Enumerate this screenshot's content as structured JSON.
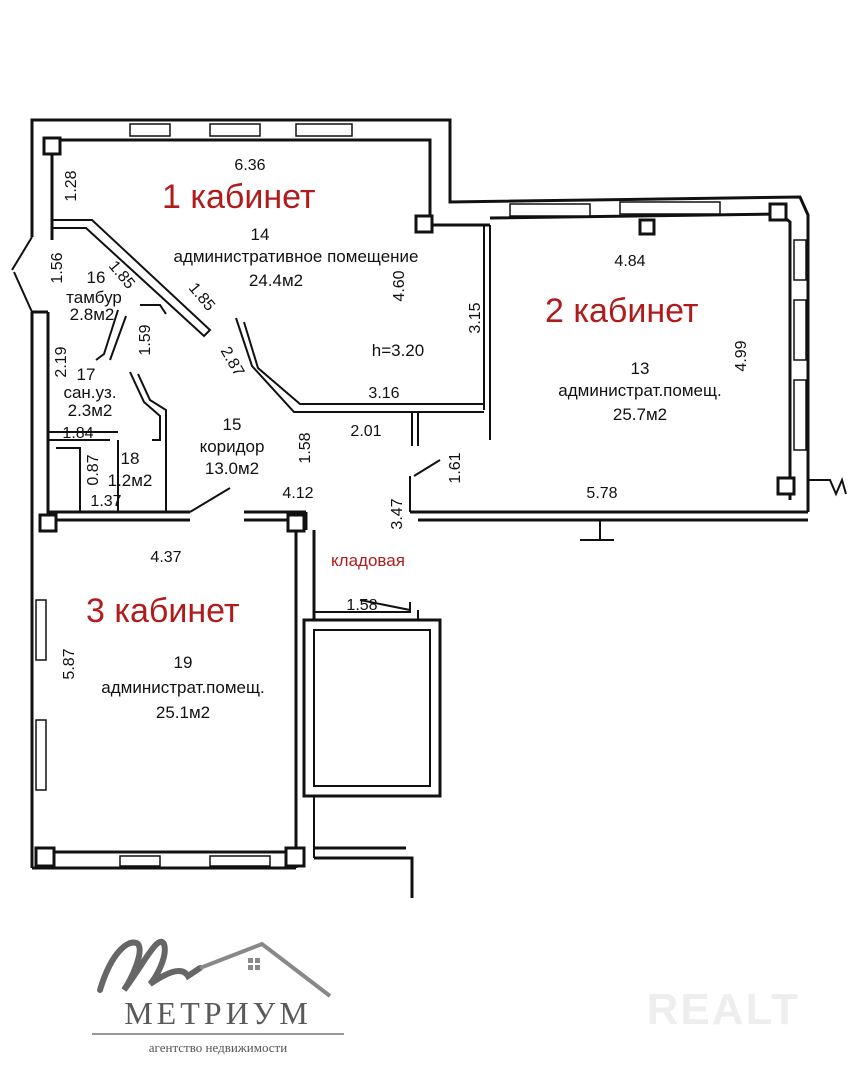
{
  "rooms": {
    "r14": {
      "cabinet": "1 кабинет",
      "number": "14",
      "name": "административное помещение",
      "area": "24.4м2"
    },
    "r13": {
      "cabinet": "2 кабинет",
      "number": "13",
      "name": "администрат.помещ.",
      "area": "25.7м2"
    },
    "r19": {
      "cabinet": "3 кабинет",
      "number": "19",
      "name": "администрат.помещ.",
      "area": "25.1м2"
    },
    "r15": {
      "number": "15",
      "name": "коридор",
      "area": "13.0м2"
    },
    "r16": {
      "number": "16",
      "name": "тамбур",
      "area": "2.8м2"
    },
    "r17": {
      "number": "17",
      "name": "сан.уз.",
      "area": "2.3м2"
    },
    "r18": {
      "number": "18",
      "area": "1.2м2"
    },
    "storage": "кладовая",
    "height": "h=3.20"
  },
  "dims": {
    "d636": "6.36",
    "d128": "1.28",
    "d156": "1.56",
    "d185a": "1.85",
    "d185b": "1.85",
    "d159": "1.59",
    "d219": "2.19",
    "d287": "2.87",
    "d460": "4.60",
    "d316": "3.16",
    "d201": "2.01",
    "d315": "3.15",
    "d484": "4.84",
    "d499": "4.99",
    "d161": "1.61",
    "d578": "5.78",
    "d347": "3.47",
    "d158a": "1.58",
    "d412": "4.12",
    "d184": "1.84",
    "d087": "0.87",
    "d137": "1.37",
    "d437": "4.37",
    "d587": "5.87",
    "d158b": "1.58"
  },
  "logo": {
    "name": "МЕТРИУМ",
    "tagline": "агентство недвижимости"
  },
  "watermark": "REALT"
}
